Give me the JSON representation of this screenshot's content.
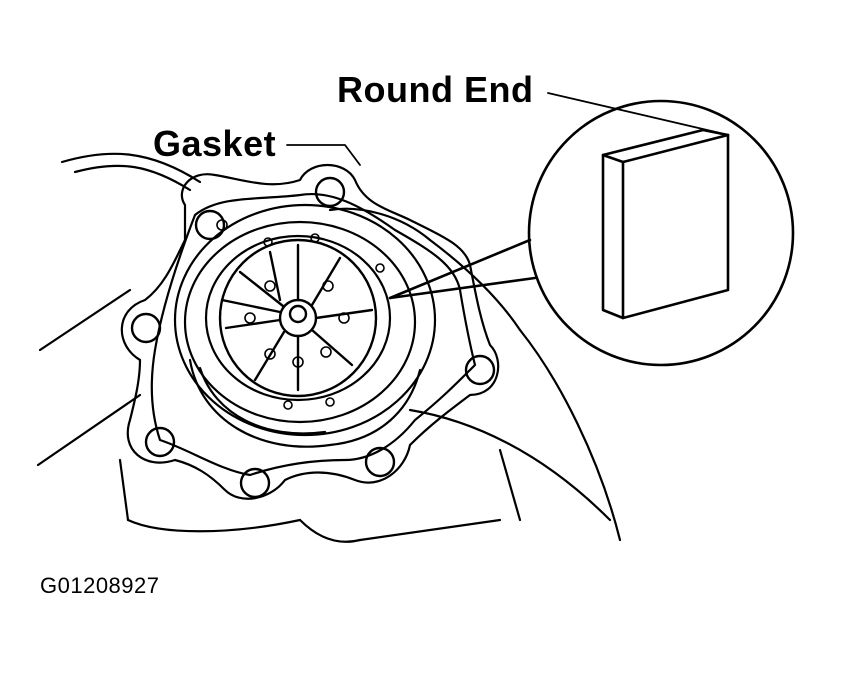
{
  "labels": {
    "round_end": "Round End",
    "gasket": "Gasket",
    "figure_code": "G01208927"
  },
  "colors": {
    "ink": "#000000",
    "paper": "#ffffff"
  }
}
